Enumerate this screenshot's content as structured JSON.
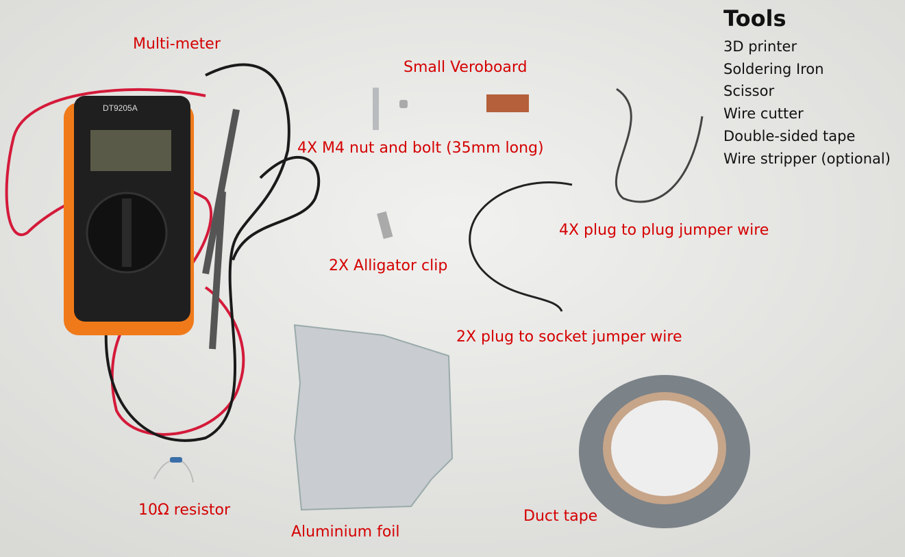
{
  "labels": {
    "multimeter": "Multi-meter",
    "veroboard": "Small Veroboard",
    "nut_bolt": "4X M4 nut and bolt (35mm long)",
    "plug_plug": "4X plug to plug jumper wire",
    "alligator": "2X Alligator clip",
    "plug_socket": "2X plug to socket jumper wire",
    "resistor": "10Ω resistor",
    "foil": "Aluminium foil",
    "duct_tape": "Duct tape"
  },
  "multimeter_model": "DT9205A",
  "tools": {
    "title": "Tools",
    "items": [
      "3D printer",
      "Soldering Iron",
      "Scissor",
      "Wire cutter",
      "Double-sided tape",
      "Wire stripper (optional)"
    ]
  },
  "colors": {
    "label": "#d40000",
    "background": "#e9e9e7",
    "multimeter_body": "#f07a1a"
  }
}
